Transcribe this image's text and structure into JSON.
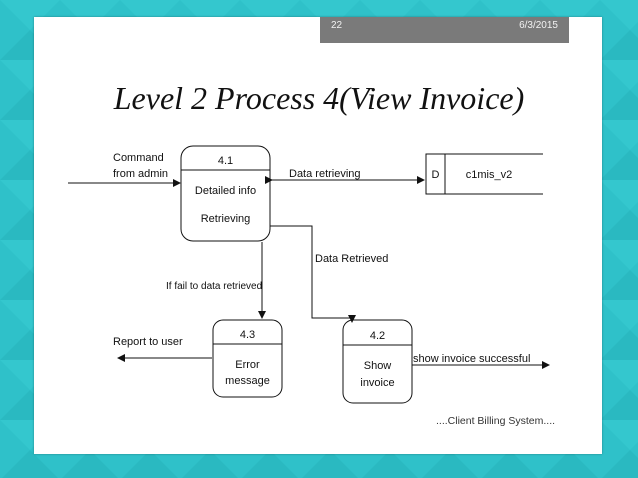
{
  "slide": {
    "number": "22",
    "date": "6/3/2015",
    "title": "Level 2 Process 4(View Invoice)",
    "footer": "....Client Billing System...."
  },
  "diagram": {
    "processes": [
      {
        "id": "4.1",
        "lines": [
          "Detailed info",
          "Retrieving"
        ]
      },
      {
        "id": "4.3",
        "lines": [
          "Error",
          "message"
        ]
      },
      {
        "id": "4.2",
        "lines": [
          "Show",
          "invoice"
        ]
      }
    ],
    "datastore": {
      "code": "D",
      "name": "c1mis_v2"
    },
    "flows": {
      "command_line1": "Command",
      "command_line2": "from admin",
      "data_retrieving": "Data  retrieving",
      "data_retrieved": "Data  Retrieved",
      "if_fail": "If fail to data retrieved",
      "report_to_user": "Report to user",
      "show_invoice_successful": "show invoice successful"
    }
  },
  "colors": {
    "background": "#2fc1c9",
    "slide": "#ffffff",
    "header_bar": "#7a7a7a",
    "lines": "#111111"
  }
}
